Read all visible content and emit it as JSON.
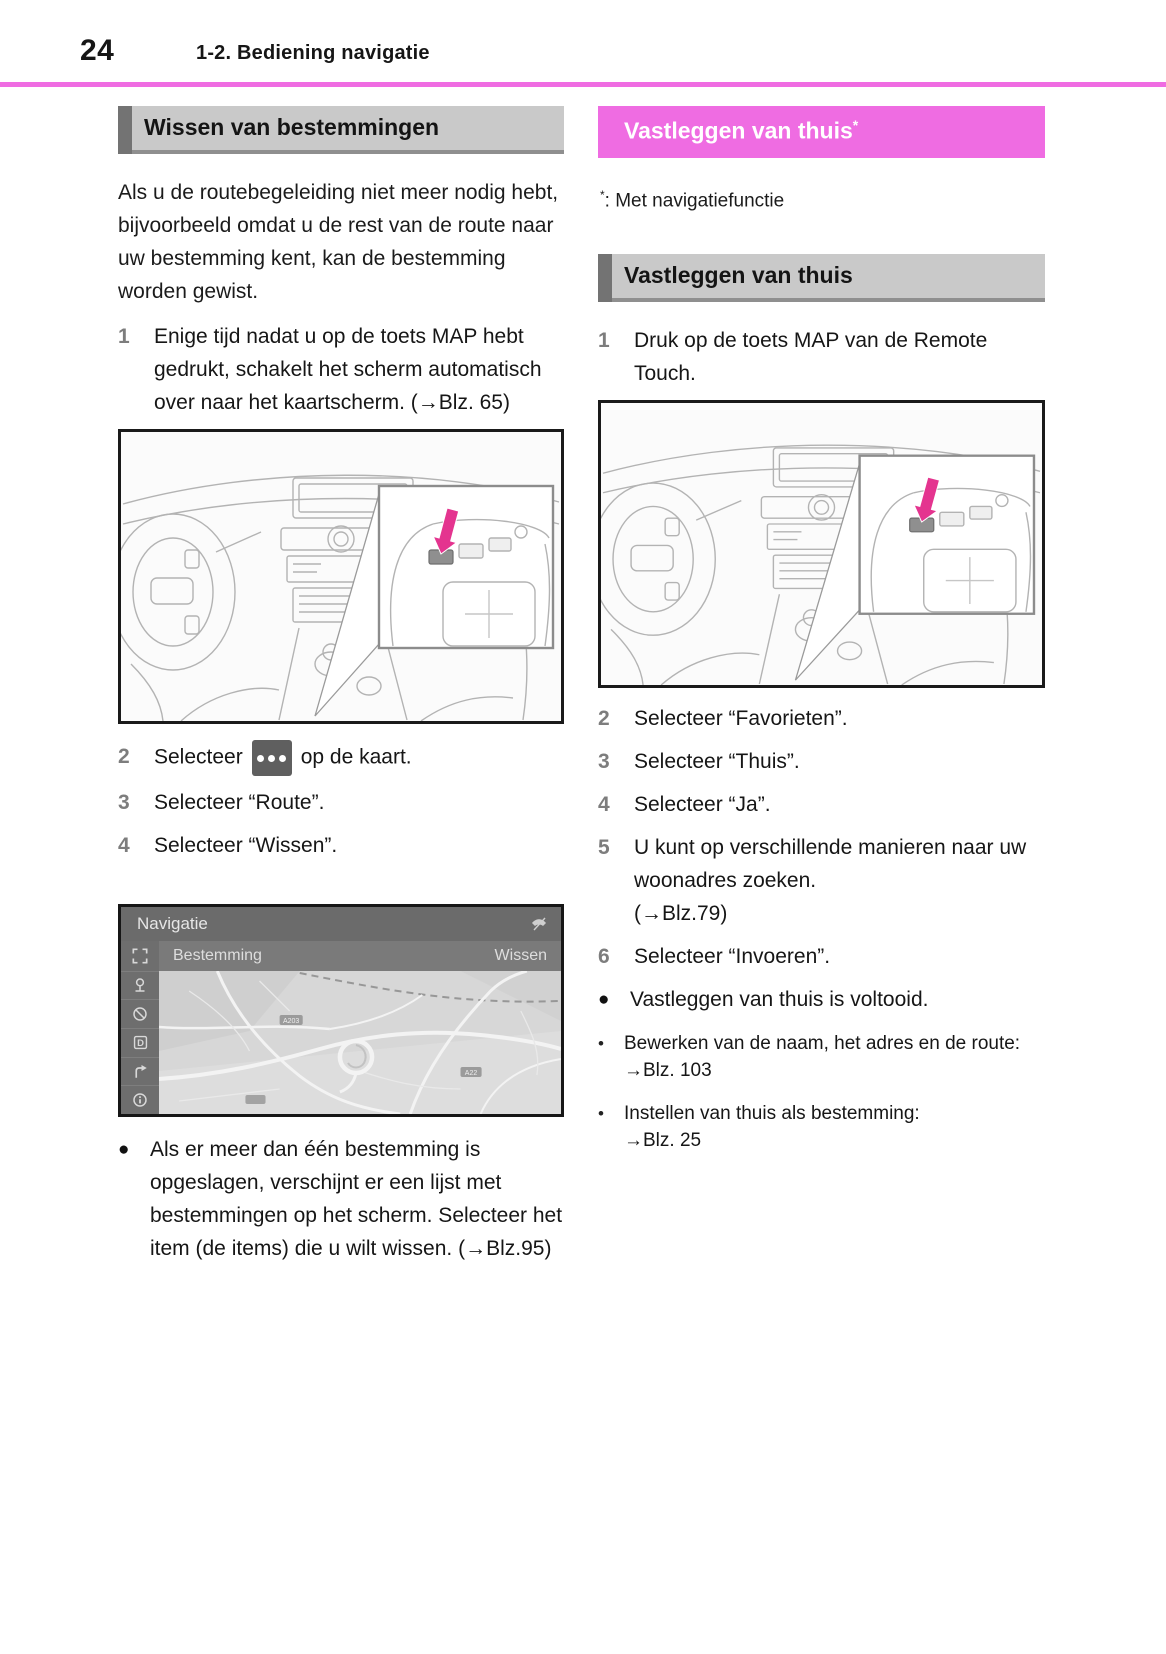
{
  "header": {
    "page_number": "24",
    "section": "1-2. Bediening navigatie"
  },
  "colors": {
    "accent_pink": "#ef6ce2",
    "callout_arrow_pink": "#e4348f",
    "section_box_bg": "#c9c9c9",
    "section_box_accent": "#737373",
    "figure_border": "#1a1a1a",
    "nav_bar_gray": "#6b6b6b"
  },
  "left": {
    "section_title": "Wissen van bestemmingen",
    "intro": "Als u de routebegeleiding niet meer nodig hebt, bijvoorbeeld omdat u de rest van de route naar uw bestemming kent, kan de bestemming worden gewist.",
    "steps": [
      {
        "num": "1",
        "text": "Enige tijd nadat u op de toets MAP hebt gedrukt, schakelt het scherm automatisch over naar het kaartscherm. (→Blz. 65)"
      },
      {
        "num": "2",
        "pre": "Selecteer",
        "icon": "more-dots-icon",
        "post": "op de kaart."
      },
      {
        "num": "3",
        "text": "Selecteer “Route”."
      },
      {
        "num": "4",
        "text": "Selecteer “Wissen”."
      }
    ],
    "bullet": "Als er meer dan één bestemming is opgeslagen, verschijnt er een lijst met bestemmingen op het scherm. Selecteer het item (de items) die u wilt wissen. (→Blz.95)",
    "nav_screen": {
      "title": "Navigatie",
      "tab_left": "Bestemming",
      "tab_right": "Wissen",
      "road_badge_1": "A203",
      "road_badge_2": "A22",
      "sidebar_icons": [
        "expand-icon",
        "poi-pin-icon",
        "prohibit-icon",
        "letter-d-icon",
        "route-arrow-icon",
        "info-icon"
      ],
      "top_right_icon": "phone-icon"
    }
  },
  "right": {
    "banner_title": "Vastleggen van thuis",
    "banner_superscript": "*",
    "footnote_mark": "*",
    "footnote_rest": ":  Met navigatiefunctie",
    "section_title": "Vastleggen van thuis",
    "steps": [
      {
        "num": "1",
        "text": "Druk op de toets MAP van de Remote Touch."
      },
      {
        "num": "2",
        "text": "Selecteer “Favorieten”."
      },
      {
        "num": "3",
        "text": "Selecteer “Thuis”."
      },
      {
        "num": "4",
        "text": "Selecteer “Ja”."
      },
      {
        "num": "5",
        "text": "U kunt op verschillende manieren naar uw woonadres zoeken.",
        "ref": "(→Blz.79)"
      },
      {
        "num": "6",
        "text": "Selecteer “Invoeren”."
      }
    ],
    "bullet": "Vastleggen van thuis is voltooid.",
    "note1": "Bewerken van de naam, het adres en de route: →Blz. 103",
    "note2_text": "Instellen van thuis als bestemming:",
    "note2_ref": "→Blz. 25"
  }
}
